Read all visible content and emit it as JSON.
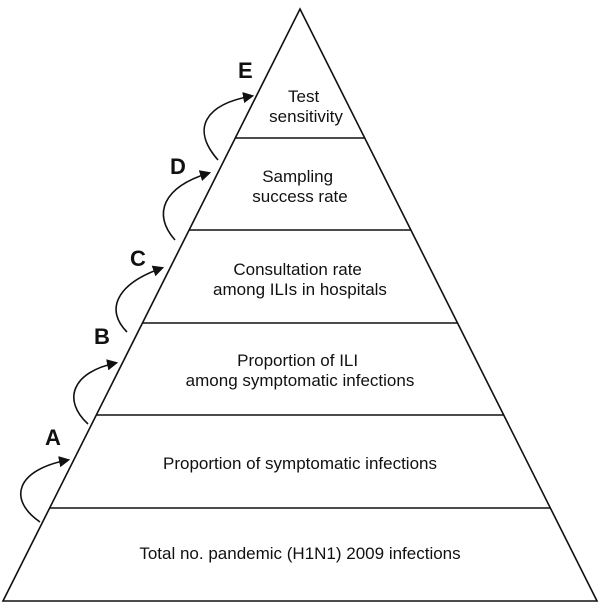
{
  "diagram": {
    "levels": [
      {
        "lines": [
          "Total no. pandemic (H1N1) 2009 infections"
        ]
      },
      {
        "lines": [
          "Proportion of symptomatic infections"
        ]
      },
      {
        "lines": [
          "Proportion of ILI",
          "among symptomatic infections"
        ]
      },
      {
        "lines": [
          "Consultation rate",
          "among ILIs in hospitals"
        ]
      },
      {
        "lines": [
          "Sampling",
          "success rate"
        ]
      },
      {
        "lines": [
          "Test",
          "sensitivity"
        ]
      }
    ],
    "steps": [
      "A",
      "B",
      "C",
      "D",
      "E"
    ],
    "colors": {
      "stroke": "#111111",
      "background": "#ffffff"
    }
  }
}
